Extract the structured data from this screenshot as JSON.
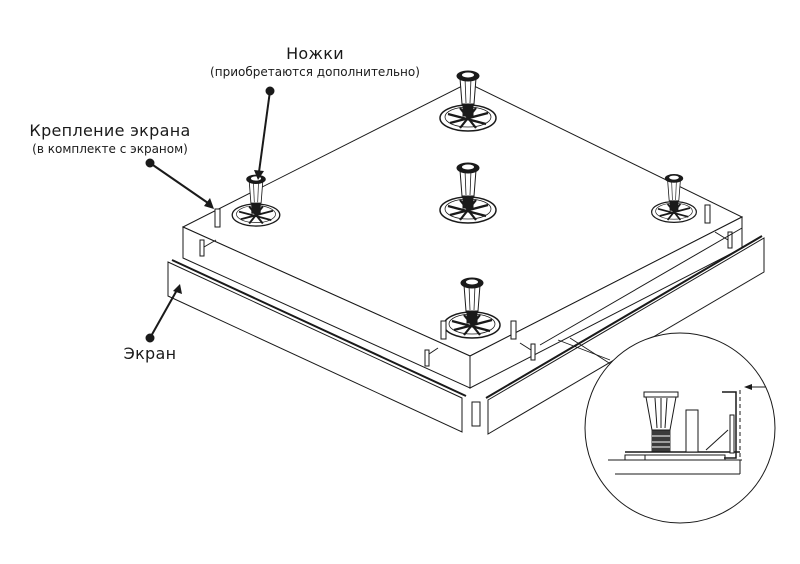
{
  "diagram": {
    "subject": "Shower tray assembly with adjustable legs and front screen",
    "labels": {
      "legs": {
        "title": "Ножки",
        "note": "(приобретаются дополнительно)"
      },
      "screen_mount": {
        "title": "Крепление экрана",
        "note": "(в комплекте с экраном)"
      },
      "screen": {
        "title": "Экран"
      }
    },
    "components": {
      "legs_count": 5,
      "detail_view": "section view of leg, tray edge and screen mount"
    },
    "colors": {
      "line": "#1a1a1a",
      "background": "#ffffff"
    }
  }
}
